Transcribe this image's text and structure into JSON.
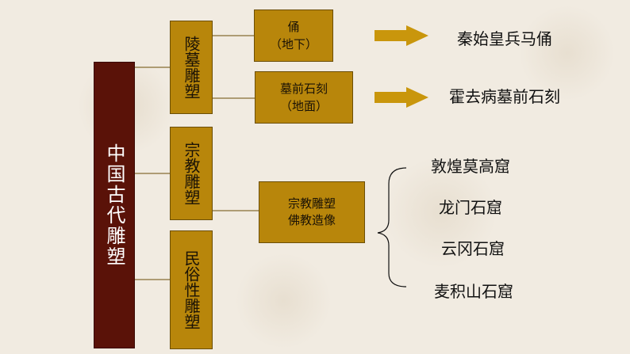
{
  "root": "中国古代雕塑",
  "categories": {
    "tomb": "陵墓雕塑",
    "religious": "宗教雕塑",
    "folk": "民俗性雕塑"
  },
  "subs": {
    "figurines": {
      "line1": "俑",
      "line2": "（地下）"
    },
    "stone": {
      "line1": "墓前石刻",
      "line2": "（地面）"
    },
    "buddhist": {
      "line1": "宗教雕塑",
      "line2": "佛教造像"
    }
  },
  "results": {
    "terracotta": "秦始皇兵马俑",
    "huoqubing": "霍去病墓前石刻"
  },
  "grottoes": [
    "敦煌莫高窟",
    "龙门石窟",
    "云冈石窟",
    "麦积山石窟"
  ],
  "colors": {
    "root_fill": "#5a1208",
    "box_fill": "#b8860b",
    "arrow_fill": "#c9960c"
  }
}
